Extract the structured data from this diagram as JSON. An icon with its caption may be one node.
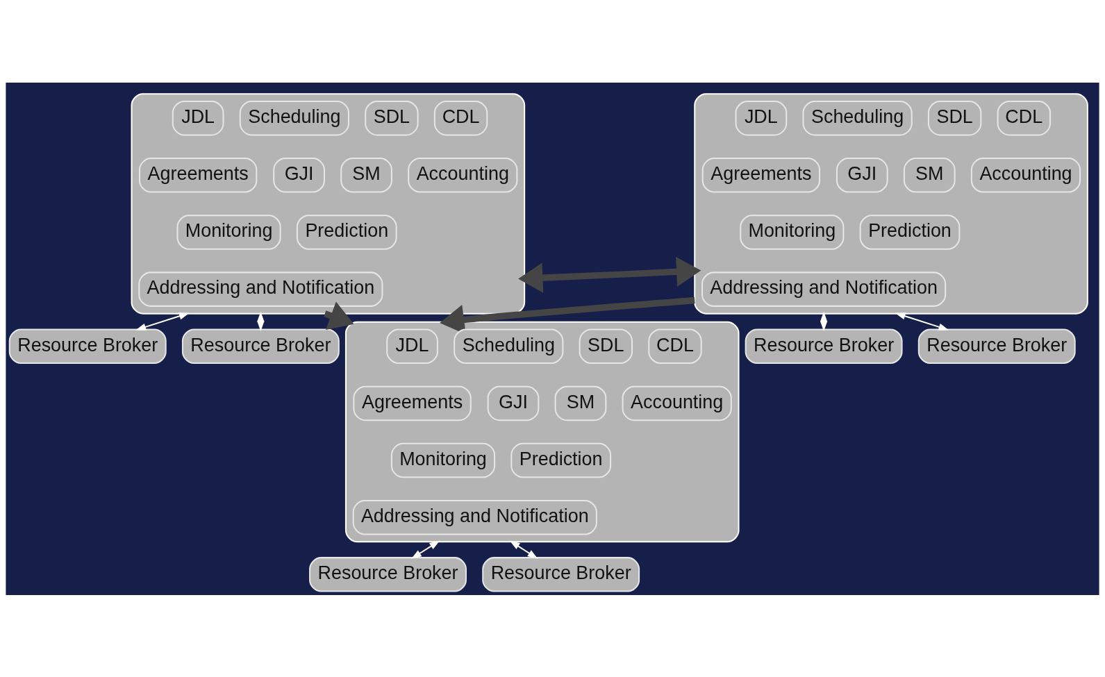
{
  "diagram": {
    "nodes": [
      {
        "text": [],
        "shape": "box"
      },
      {
        "text": [
          "JDL"
        ],
        "in": 0
      },
      {
        "text": [
          "Scheduling"
        ],
        "in": 0
      },
      {
        "text": [
          "SDL"
        ],
        "in": 0
      },
      {
        "text": [
          "CDL"
        ],
        "in": 0
      },
      {
        "text": [
          "Agreements"
        ],
        "in": 0
      },
      {
        "text": [
          "GJI"
        ],
        "in": 0
      },
      {
        "text": [
          "SM"
        ],
        "in": 0
      },
      {
        "text": [
          "Accounting"
        ],
        "in": 0
      },
      {
        "text": [
          "Monitoring"
        ],
        "in": 0
      },
      {
        "text": [
          "Prediction"
        ],
        "in": 0
      },
      {
        "text": [
          "Addressing and Notification"
        ],
        "in": 0
      },
      {
        "text": [],
        "shape": "box"
      },
      {
        "text": [
          "JDL"
        ],
        "in": 12
      },
      {
        "text": [
          "Scheduling"
        ],
        "in": 12
      },
      {
        "text": [
          "SDL"
        ],
        "in": 12
      },
      {
        "text": [
          "CDL"
        ],
        "in": 12
      },
      {
        "text": [
          "Agreements"
        ],
        "in": 12
      },
      {
        "text": [
          "GJI"
        ],
        "in": 12
      },
      {
        "text": [
          "SM"
        ],
        "in": 12
      },
      {
        "text": [
          "Accounting"
        ],
        "in": 12
      },
      {
        "text": [
          "Monitoring"
        ],
        "in": 12
      },
      {
        "text": [
          "Prediction"
        ],
        "in": 12
      },
      {
        "text": [
          "Addressing and Notification"
        ],
        "in": 12
      },
      {
        "text": [
          "Resource Broker"
        ]
      },
      {
        "text": [
          "Resource Broker"
        ]
      },
      {
        "text": [
          "Resource Broker"
        ]
      },
      {
        "text": [
          "Resource Broker"
        ]
      },
      {
        "text": [],
        "shape": "box"
      },
      {
        "text": [
          "JDL"
        ],
        "in": 28
      },
      {
        "text": [
          "Scheduling"
        ],
        "in": 28
      },
      {
        "text": [
          "SDL"
        ],
        "in": 28
      },
      {
        "text": [
          "CDL"
        ],
        "in": 28
      },
      {
        "text": [
          "Agreements"
        ],
        "in": 28
      },
      {
        "text": [
          "GJI"
        ],
        "in": 28
      },
      {
        "text": [
          "SM"
        ],
        "in": 28
      },
      {
        "text": [
          "Accounting"
        ],
        "in": 28
      },
      {
        "text": [
          "Monitoring"
        ],
        "in": 28
      },
      {
        "text": [
          "Prediction"
        ],
        "in": 28
      },
      {
        "text": [
          "Addressing and Notification"
        ],
        "in": 28
      },
      {
        "text": [
          "Resource Broker"
        ]
      },
      {
        "text": [
          "Resource Broker"
        ]
      }
    ],
    "edges": [
      {
        "from": 0,
        "to": 12,
        "arrow": "both",
        "style": "thick",
        "color": "#454545"
      },
      {
        "from": 0,
        "to": 28,
        "arrow": "to",
        "style": "thick",
        "color": "#454545"
      },
      {
        "from": 12,
        "to": 28,
        "arrow": "to",
        "style": "thick",
        "color": "#454545"
      },
      {
        "from": 0,
        "to": 24,
        "arrow": "both"
      },
      {
        "from": 0,
        "to": 25,
        "arrow": "both"
      },
      {
        "from": 12,
        "to": 26,
        "arrow": "both"
      },
      {
        "from": 12,
        "to": 27,
        "arrow": "both"
      },
      {
        "from": 28,
        "to": 40,
        "arrow": "both"
      },
      {
        "from": 28,
        "to": 41,
        "arrow": "both"
      }
    ]
  }
}
